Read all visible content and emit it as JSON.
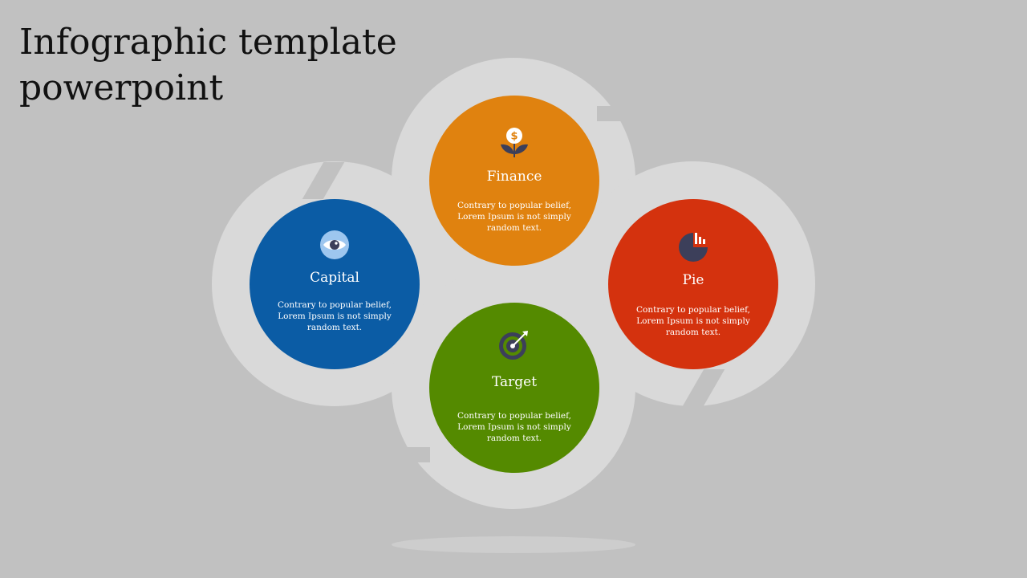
{
  "slide": {
    "title_line1": "Infographic template",
    "title_line2": "powerpoint"
  },
  "items": [
    {
      "label": "Finance",
      "description": "Contrary to popular belief, Lorem Ipsum is not simply random text.",
      "color": "#e0820f",
      "icon": "money-plant-icon"
    },
    {
      "label": "Capital",
      "description": "Contrary to popular belief, Lorem Ipsum is not simply random text.",
      "color": "#0b5ca5",
      "icon": "eye-icon"
    },
    {
      "label": "Pie",
      "description": "Contrary to popular belief, Lorem Ipsum is not simply random text.",
      "color": "#d4320e",
      "icon": "pie-chart-icon"
    },
    {
      "label": "Target",
      "description": "Contrary to popular belief, Lorem Ipsum is not simply random text.",
      "color": "#548a00",
      "icon": "target-icon"
    }
  ],
  "colors": {
    "background": "#c1c1c1",
    "ring": "#d9d9d9",
    "icon_dark": "#3c3f5a",
    "icon_light": "#9dc6ef"
  }
}
